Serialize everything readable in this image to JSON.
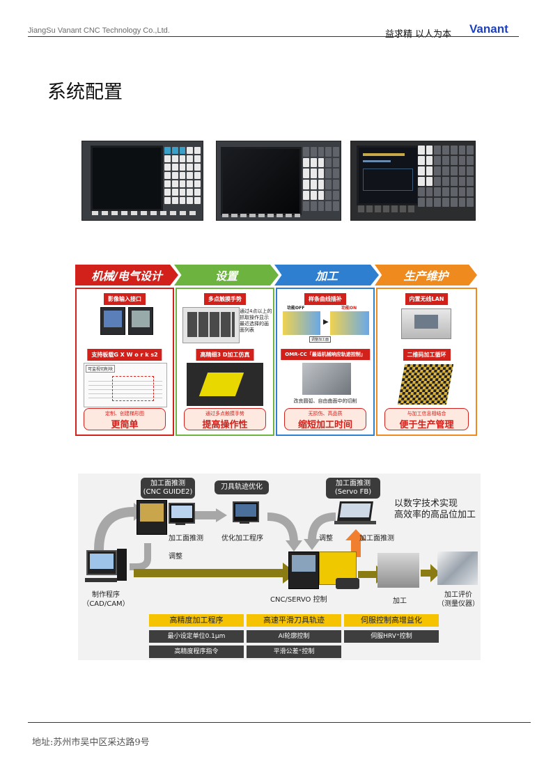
{
  "header": {
    "company": "JiangSu Vanant CNC Technology Co.,Ltd.",
    "slogan": "益求精  以人为本",
    "brand": "Vanant"
  },
  "title": "系统配置",
  "workflow": {
    "headers": [
      "机械/电气设计",
      "设置",
      "加工",
      "生产维护"
    ],
    "columns": [
      {
        "label1": "影像输入接口",
        "label2": "支持板载G X W o r k s2",
        "note": "可监视切削块",
        "pill_small": "定制、创建梯形图",
        "pill_big": "更简单"
      },
      {
        "label1": "多点触摸手势",
        "label2": "高精细3 D加工仿真",
        "note": "通过4点以上的抓取操作显示最近选择的画面列表",
        "pill_small": "通过多点触摸手势",
        "pill_big": "提高操作性"
      },
      {
        "label1": "样条曲线插补",
        "label2": "OMR-CC「最适机械响应轨迹控制」",
        "off": "功能OFF",
        "on": "功能ON",
        "note_btn": "调整加工面",
        "note2": "改良圆弧、自由曲面中的切削",
        "pill_small": "无损伤、高品质",
        "pill_big": "缩短加工时间"
      },
      {
        "label1": "内置无线LAN",
        "label2": "二维码加工循环",
        "pill_small": "与加工信息相结合",
        "pill_big": "便于生产管理"
      }
    ]
  },
  "diagram": {
    "callout1": "加工面推测\n(CNC GUIDE2)",
    "callout2": "刀具轨迹优化",
    "callout3": "加工面推测\n(Servo FB)",
    "headline": "以数字技术实现\n高效率的高品位加工",
    "label_surface1": "加工面推测",
    "label_optimize": "优化加工程序",
    "label_adjust1": "调整",
    "label_surface2": "加工面推测",
    "label_adjust2": "调整",
    "label_make": "制作程序\n（CAD/CAM）",
    "label_cnc": "CNC/SERVO 控制",
    "label_machining": "加工",
    "label_eval": "加工评价\n（测量仪器）",
    "yellow": [
      "高精度加工程序",
      "高速平滑刀具轨迹",
      "伺服控制高增益化"
    ],
    "dark_row1": [
      "最小设定单位0.1μm",
      "AI轮廓控制",
      "伺服HRV⁺控制"
    ],
    "dark_row2": [
      "高精度程序指令",
      "平滑公差⁺控制"
    ]
  },
  "footer": "地址:苏州市吴中区采达路9号",
  "colors": {
    "red": "#d2201b",
    "green": "#6cb33f",
    "blue": "#2f7fd1",
    "orange": "#ef8a1e",
    "yellow": "#f6c300",
    "brand": "#1c3fbf"
  }
}
